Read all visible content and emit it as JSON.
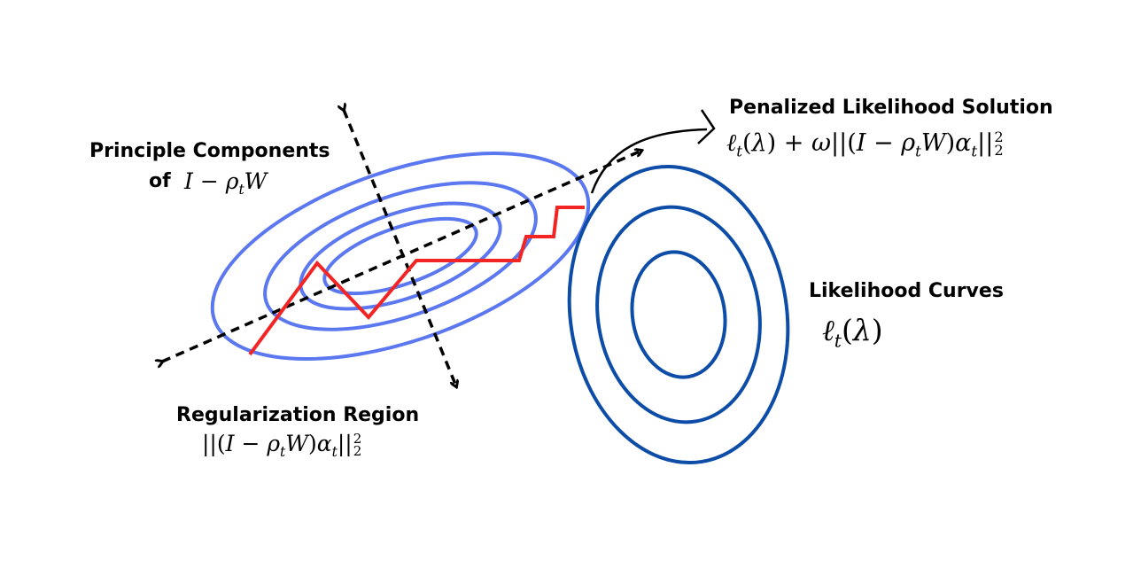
{
  "labels": {
    "principle_components_title": "Principle Components",
    "principle_components_of": "of",
    "penalized_title": "Penalized Likelihood Solution",
    "likelihood_title": "Likelihood Curves",
    "regularization_title": "Regularization Region"
  },
  "colors": {
    "regularization_contours": "#5B78F0",
    "likelihood_contours": "#0D4DA8",
    "optimization_path": "#F22424",
    "axes": "#000000"
  }
}
